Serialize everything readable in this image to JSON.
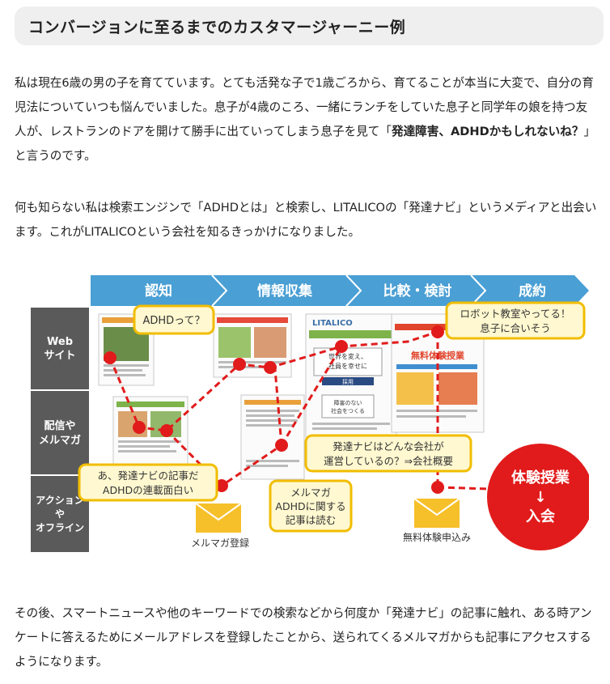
{
  "heading": "コンバージョンに至るまでのカスタマージャーニー例",
  "paragraph1": {
    "pre": "私は現在6歳の男の子を育てています。とても活発な子で1歳ごろから、育てることが本当に大変で、自分の育児法についていつも悩んでいました。息子が4歳のころ、一緒にランチをしていた息子と同学年の娘を持つ友人が、レストランのドアを開けて勝手に出ていってしまう息子を見て「",
    "bold": "発達障害、ADHDかもしれないね？",
    "post": "」と言うのです。"
  },
  "paragraph2": "何も知らない私は検索エンジンで「ADHDとは」と検索し、LITALICOの「発達ナビ」というメディアと出会います。これがLITALICOという会社を知るきっかけになりました。",
  "paragraph3": "その後、スマートニュースや他のキーワードでの検索などから何度か「発達ナビ」の記事に触れ、ある時アンケートに答えるためにメールアドレスを登録したことから、送られてくるメルマガからも記事にアクセスするようになります。",
  "figure": {
    "stages": [
      "認知",
      "情報収集",
      "比較・検討",
      "成約"
    ],
    "rows": [
      {
        "line1": "Web",
        "line2": "サイト"
      },
      {
        "line1": "配信や",
        "line2": "メルマガ"
      },
      {
        "line1": "アクション",
        "line2": "や",
        "line3": "オフライン"
      }
    ],
    "bubbles": {
      "adhd": "ADHDって？",
      "robot_line1": "ロボット教室やってる！",
      "robot_line2": "息子に合いそう",
      "series_line1": "あ、発達ナビの記事だ",
      "series_line2": "ADHDの連載面白い",
      "company_line1": "発達ナビはどんな会社が",
      "company_line2": "運営しているの？⇒会社概要",
      "mail_line1": "メルマガ",
      "mail_line2": "ADHDに関する",
      "mail_line3": "記事は読む"
    },
    "labels": {
      "mail_register": "メルマガ登録",
      "trial_apply": "無料体験申込み",
      "litalico": "LITALICO",
      "card_text1": "世界を変え、",
      "card_text2": "社員を幸せに",
      "card_text3": "障害のない",
      "card_text4": "社会をつくる",
      "card_button": "採用",
      "lesson_banner": "無料体験授業"
    },
    "conversion": {
      "line1": "体験授業",
      "arrow": "↓",
      "line2": "入会"
    },
    "colors": {
      "stage_bar": "#4a9fd4",
      "row_label": "#5a5a5a",
      "accent_red": "#e11b1b",
      "bubble_fill": "#fff8d0",
      "bubble_border": "#f1bd00",
      "envelope": "#f6c02a"
    }
  }
}
